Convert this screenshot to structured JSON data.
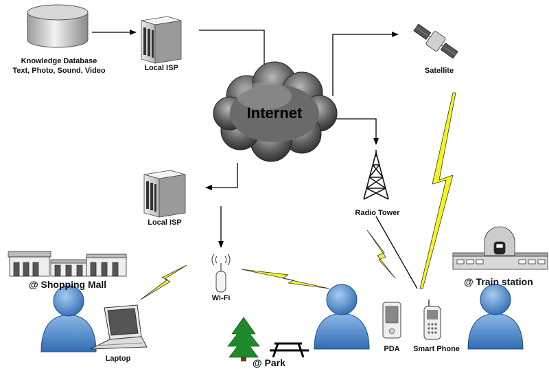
{
  "nodes": {
    "database": {
      "line1": "Knowledge Database",
      "line2": "Text, Photo, Sound, Video",
      "icon": "database-icon"
    },
    "isp_top": {
      "label": "Local ISP",
      "icon": "server-icon"
    },
    "internet": {
      "label": "Internet",
      "icon": "cloud-icon"
    },
    "satellite": {
      "label": "Satellite",
      "icon": "satellite-icon"
    },
    "isp_mid": {
      "label": "Local ISP",
      "icon": "server-icon"
    },
    "radio_tower": {
      "label": "Radio Tower",
      "icon": "radio-tower-icon"
    },
    "wifi": {
      "label": "Wi-Fi",
      "icon": "wifi-router-icon"
    },
    "shopping_mall": {
      "label": "@ Shopping Mall",
      "icon": "mall-building-icon"
    },
    "train_station": {
      "label": "@ Train station",
      "icon": "train-station-icon"
    },
    "laptop": {
      "label": "Laptop",
      "icon": "laptop-icon"
    },
    "park": {
      "label": "@ Park",
      "icon": "tree-icon"
    },
    "pda": {
      "label": "PDA",
      "icon": "pda-icon"
    },
    "smart_phone": {
      "label": "Smart Phone",
      "icon": "phone-icon"
    }
  },
  "colors": {
    "lightning": "#f5f51e",
    "person": "#4a86c8",
    "tree": "#1e8a2a",
    "cloud": "#555555",
    "arrow": "#000000"
  }
}
